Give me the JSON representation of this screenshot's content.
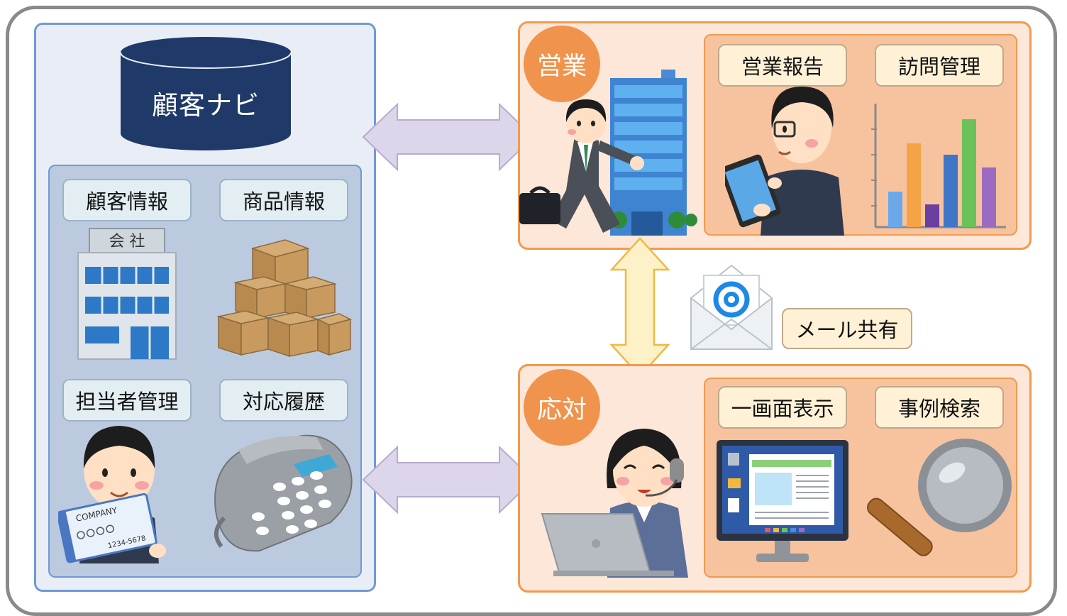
{
  "database": {
    "label": "顧客ナビ"
  },
  "data_features": {
    "customer_info": "顧客情報",
    "product_info": "商品情報",
    "contact_manage": "担当者管理",
    "history": "対応履歴"
  },
  "company_sign": "会 社",
  "sales": {
    "badge": "営業",
    "report": "営業報告",
    "visit": "訪問管理"
  },
  "support": {
    "badge": "応対",
    "single_view": "一画面表示",
    "case_search": "事例検索"
  },
  "mail": {
    "label": "メール共有"
  },
  "card_text": {
    "company": "COMPANY",
    "number": "1234-5678"
  },
  "colors": {
    "db_navy": "#1f3a68",
    "left_border": "#6f9ad6",
    "orange_border": "#f19a4f",
    "arrow_purple": "#ddd6ea",
    "arrow_yellow": "#fdf1c8"
  }
}
